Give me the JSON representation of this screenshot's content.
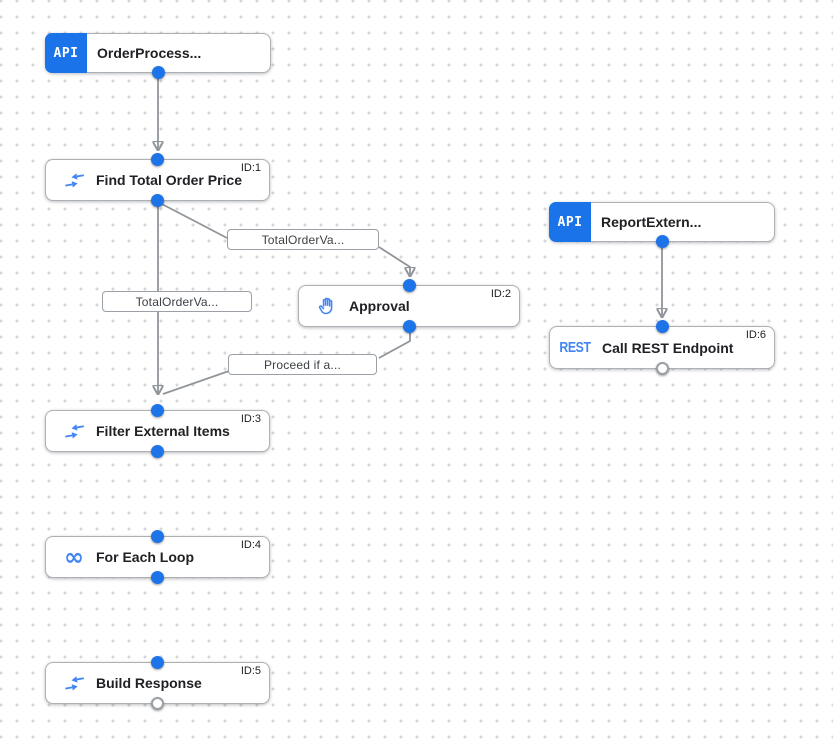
{
  "colors": {
    "accent_blue": "#1a73e8",
    "icon_blue": "#4285f4",
    "edge_gray": "#8f959b",
    "grid_dot": "#d5d7d9"
  },
  "nodes": {
    "order_trigger": {
      "badge": "API",
      "title": "OrderProcess..."
    },
    "find_total": {
      "title": "Find Total Order Price",
      "id_label": "ID:1"
    },
    "report_trigger": {
      "badge": "API",
      "title": "ReportExtern..."
    },
    "approval": {
      "title": "Approval",
      "id_label": "ID:2"
    },
    "call_rest": {
      "badge": "REST",
      "title": "Call REST Endpoint",
      "id_label": "ID:6"
    },
    "filter_items": {
      "title": "Filter External Items",
      "id_label": "ID:3"
    },
    "for_each": {
      "title": "For Each Loop",
      "id_label": "ID:4",
      "infinity_glyph": "∞"
    },
    "build_response": {
      "title": "Build Response",
      "id_label": "ID:5"
    }
  },
  "edge_labels": {
    "total_order_value_top": "TotalOrderVa...",
    "total_order_value_left": "TotalOrderVa...",
    "proceed_if": "Proceed if a..."
  }
}
